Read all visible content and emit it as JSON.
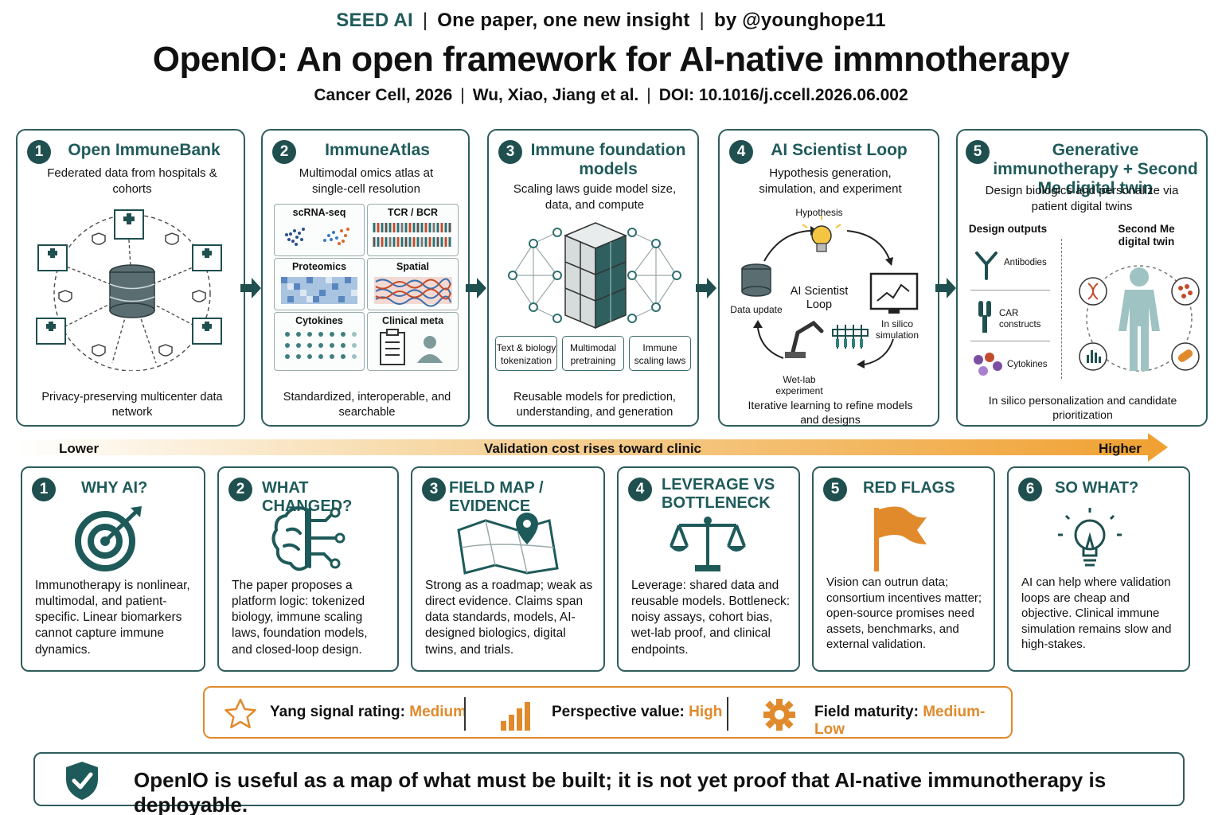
{
  "header": {
    "brand": "SEED AI",
    "tagline": "One paper, one new insight",
    "byline": "by @younghope11",
    "title": "OpenIO: An open framework for AI-native immnotherapy",
    "journal": "Cancer Cell, 2026",
    "authors": "Wu, Xiao, Jiang et al.",
    "doi": "DOI: 10.1016/j.ccell.2026.06.002"
  },
  "pipeline": [
    {
      "num": "1",
      "title": "Open ImmuneBank",
      "subtitle": "Federated data from hospitals & cohorts",
      "footer": "Privacy-preserving multicenter data network"
    },
    {
      "num": "2",
      "title": "ImmuneAtlas",
      "subtitle": "Multimodal omics atlas at single-cell resolution",
      "footer": "Standardized, interoperable, and searchable",
      "tiles": [
        "scRNA-seq",
        "TCR / BCR",
        "Proteomics",
        "Spatial",
        "Cytokines",
        "Clinical meta"
      ]
    },
    {
      "num": "3",
      "title": "Immune foundation models",
      "subtitle": "Scaling laws guide model size, data, and compute",
      "footer": "Reusable models for prediction, understanding, and generation",
      "boxes": [
        "Text & biology tokenization",
        "Multimodal pretraining",
        "Immune scaling laws"
      ]
    },
    {
      "num": "4",
      "title": "AI Scientist Loop",
      "subtitle": "Hypothesis generation, simulation, and experiment",
      "footer": "Iterative learning to refine models and designs",
      "loop": {
        "center": "AI Scientist Loop",
        "hypothesis": "Hypothesis",
        "simulation": "In silico simulation",
        "wetlab": "Wet-lab experiment",
        "data": "Data update"
      }
    },
    {
      "num": "5",
      "title": "Generative immunotherapy + Second Me digital twin",
      "subtitle": "Design biologics and personalize via patient digital twins",
      "footer": "In silico personalization and candidate prioritization",
      "outputs_title": "Design outputs",
      "outputs": [
        "Antibodies",
        "CAR constructs",
        "Cytokines"
      ],
      "twin_title": "Second Me digital twin"
    }
  ],
  "scale": {
    "low": "Lower",
    "middle": "Validation cost rises toward clinic",
    "high": "Higher"
  },
  "cards": [
    {
      "num": "1",
      "title": "WHY AI?",
      "text": "Immunotherapy is nonlinear, multimodal, and patient-specific. Linear biomarkers cannot capture immune dynamics.",
      "icon": "target-icon"
    },
    {
      "num": "2",
      "title": "WHAT CHANGED?",
      "text": "The paper proposes a platform logic: tokenized biology, immune scaling laws, foundation models, and closed-loop design.",
      "icon": "brain-circuit-icon"
    },
    {
      "num": "3",
      "title": "FIELD MAP / EVIDENCE",
      "text": "Strong as a roadmap; weak as direct evidence. Claims span data standards, models, AI-designed biologics, digital twins, and trials.",
      "icon": "map-pin-icon"
    },
    {
      "num": "4",
      "title": "LEVERAGE VS BOTTLENECK",
      "text": "Leverage: shared data and reusable models. Bottleneck: noisy assays, cohort bias, wet-lab proof, and clinical endpoints.",
      "icon": "scale-icon"
    },
    {
      "num": "5",
      "title": "RED FLAGS",
      "text": "Vision can outrun data; consortium incentives matter; open-source promises need assets, benchmarks, and external validation.",
      "icon": "flag-icon"
    },
    {
      "num": "6",
      "title": "SO WHAT?",
      "text": "AI can help where validation loops are cheap and objective. Clinical immune simulation remains slow and high-stakes.",
      "icon": "lightbulb-icon"
    }
  ],
  "ratings": [
    {
      "label": "Yang signal rating:",
      "value": "Medium"
    },
    {
      "label": "Perspective value:",
      "value": "High"
    },
    {
      "label": "Field maturity:",
      "value": "Medium-Low"
    }
  ],
  "conclusion": "OpenIO is useful as a map of what must be built; it is not yet proof that AI-native immunotherapy is deployable.",
  "colors": {
    "teal": "#1f5a5a",
    "orange": "#e08a2c"
  }
}
